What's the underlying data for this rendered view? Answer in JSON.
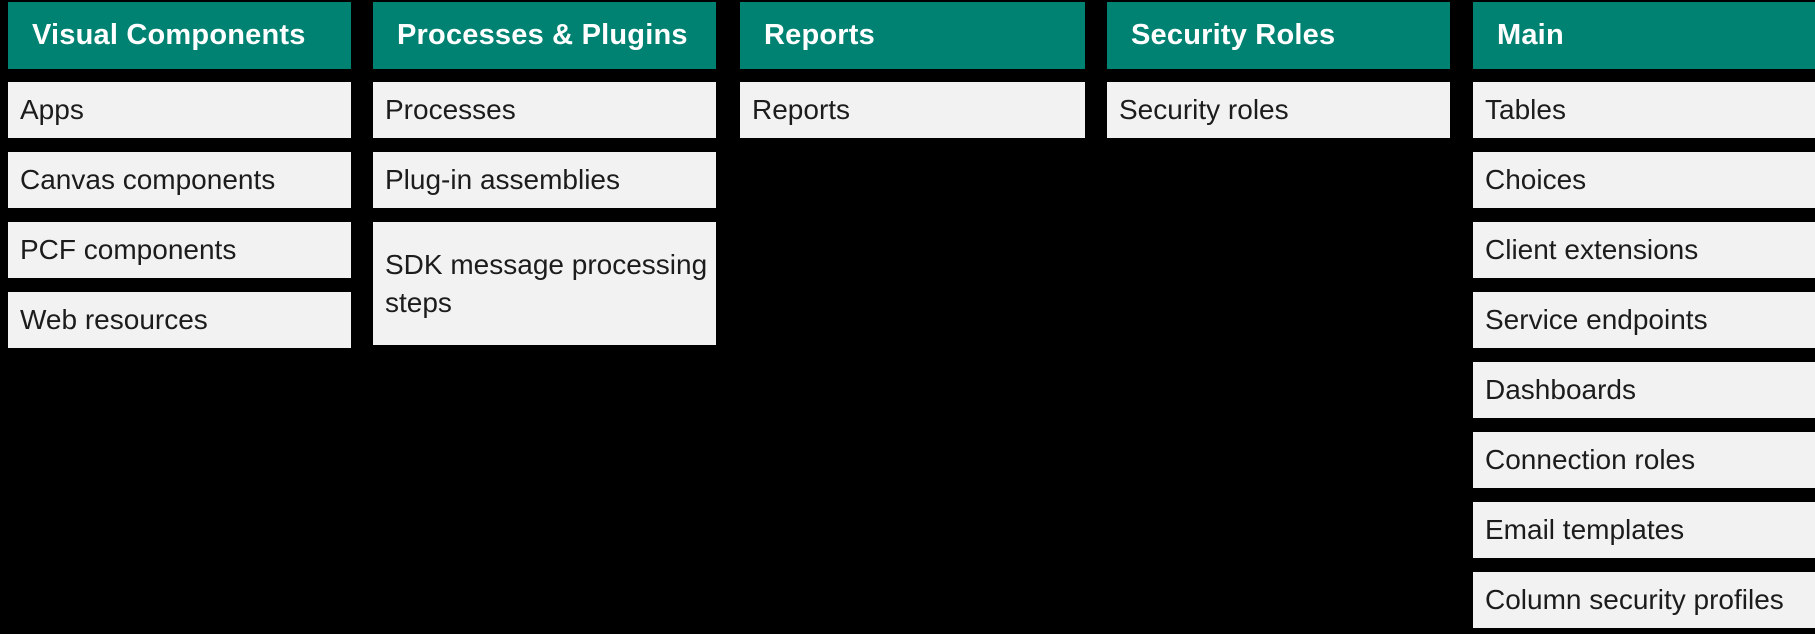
{
  "diagram": {
    "background_color": "#000000",
    "header_bg_color": "#008272",
    "header_text_color": "#ffffff",
    "item_bg_color": "#f2f2f2",
    "item_text_color": "#1c1c1c",
    "columns": [
      {
        "title": "Visual Components",
        "items": [
          "Apps",
          "Canvas components",
          "PCF components",
          "Web resources"
        ]
      },
      {
        "title": "Processes & Plugins",
        "items": [
          "Processes",
          "Plug-in assemblies",
          "SDK message processing steps"
        ]
      },
      {
        "title": "Reports",
        "items": [
          "Reports"
        ]
      },
      {
        "title": "Security Roles",
        "items": [
          "Security roles"
        ]
      },
      {
        "title": "Main",
        "items": [
          "Tables",
          "Choices",
          "Client extensions",
          "Service endpoints",
          "Dashboards",
          "Connection roles",
          "Email templates",
          "Column security profiles"
        ]
      }
    ]
  }
}
